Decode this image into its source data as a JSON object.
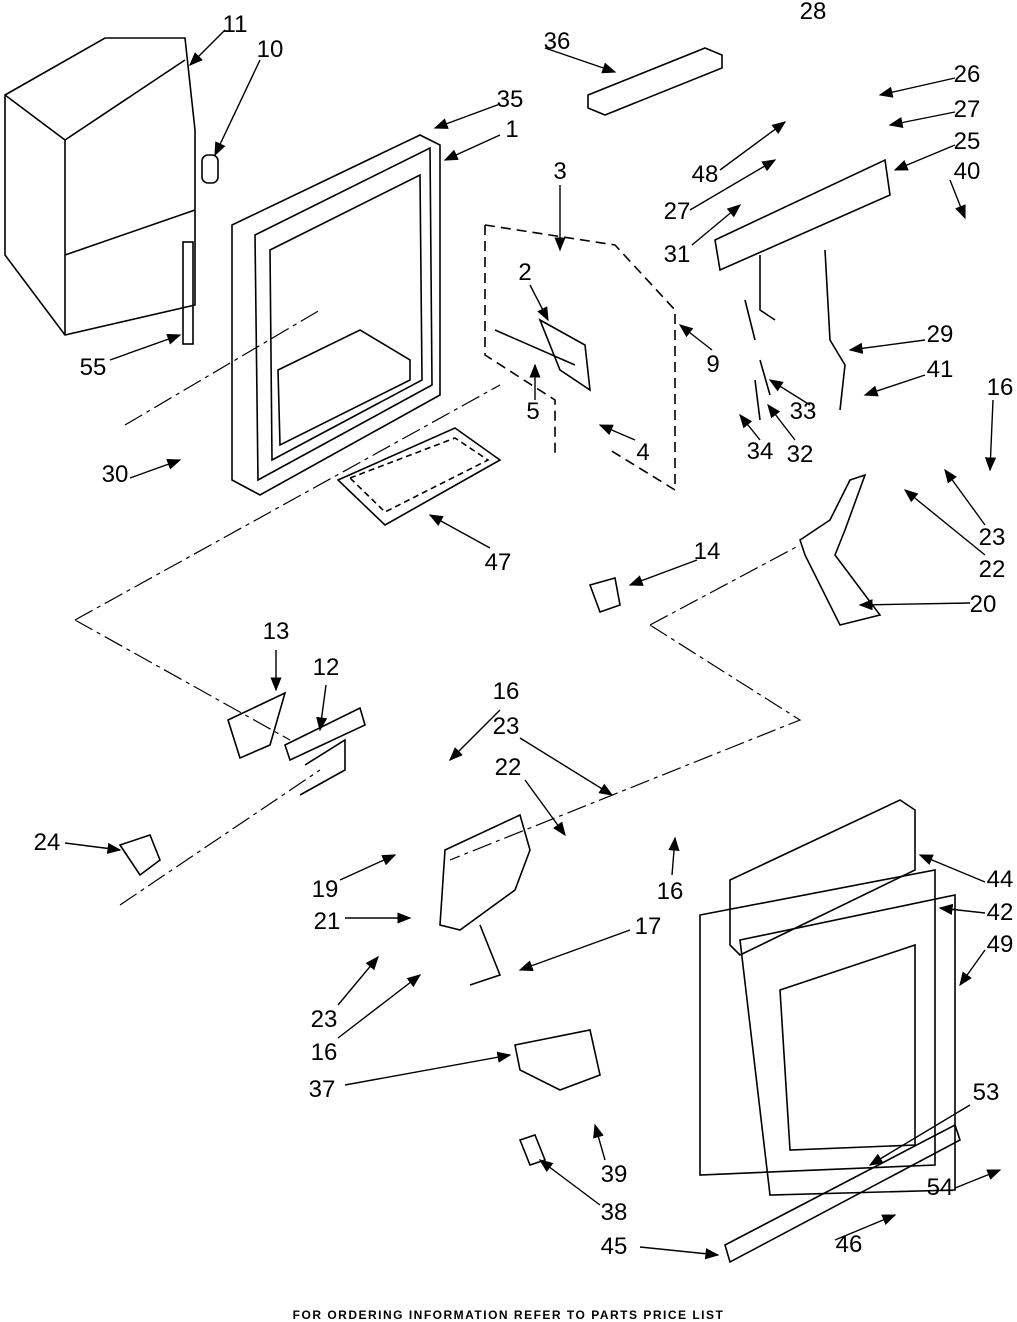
{
  "diagram": {
    "callouts": [
      "11",
      "10",
      "36",
      "28",
      "35",
      "26",
      "1",
      "27",
      "25",
      "3",
      "48",
      "40",
      "27",
      "31",
      "2",
      "29",
      "9",
      "55",
      "41",
      "5",
      "16",
      "33",
      "34",
      "32",
      "4",
      "30",
      "23",
      "22",
      "47",
      "14",
      "20",
      "13",
      "12",
      "16",
      "23",
      "22",
      "24",
      "16",
      "19",
      "44",
      "42",
      "21",
      "17",
      "49",
      "23",
      "16",
      "37",
      "53",
      "39",
      "54",
      "38",
      "45",
      "46"
    ]
  },
  "footer": {
    "text": "FOR ORDERING INFORMATION REFER TO PARTS PRICE LIST"
  }
}
